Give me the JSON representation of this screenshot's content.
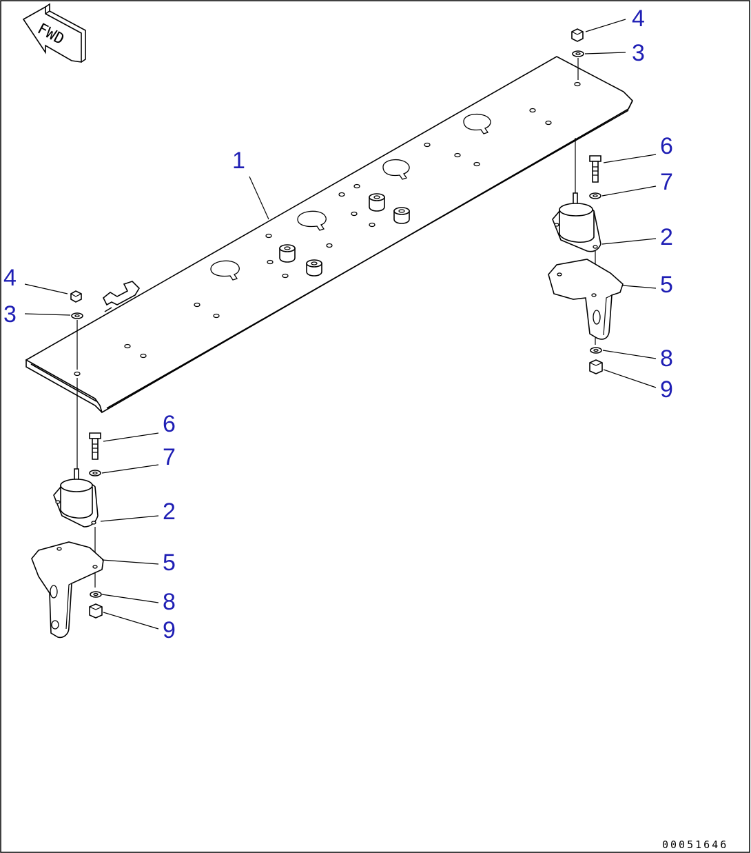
{
  "diagram": {
    "fwd_label": "FWD",
    "document_number": "00051646",
    "callouts": [
      {
        "id": "c1",
        "label": "1"
      },
      {
        "id": "c4a",
        "label": "4"
      },
      {
        "id": "c3a",
        "label": "3"
      },
      {
        "id": "c6a",
        "label": "6"
      },
      {
        "id": "c7a",
        "label": "7"
      },
      {
        "id": "c2a",
        "label": "2"
      },
      {
        "id": "c5a",
        "label": "5"
      },
      {
        "id": "c8a",
        "label": "8"
      },
      {
        "id": "c9a",
        "label": "9"
      },
      {
        "id": "c4b",
        "label": "4"
      },
      {
        "id": "c3b",
        "label": "3"
      },
      {
        "id": "c6b",
        "label": "6"
      },
      {
        "id": "c7b",
        "label": "7"
      },
      {
        "id": "c2b",
        "label": "2"
      },
      {
        "id": "c5b",
        "label": "5"
      },
      {
        "id": "c8b",
        "label": "8"
      },
      {
        "id": "c9b",
        "label": "9"
      }
    ],
    "colors": {
      "callout": "#1e1eb4",
      "linework": "#000000",
      "background": "#ffffff"
    }
  }
}
